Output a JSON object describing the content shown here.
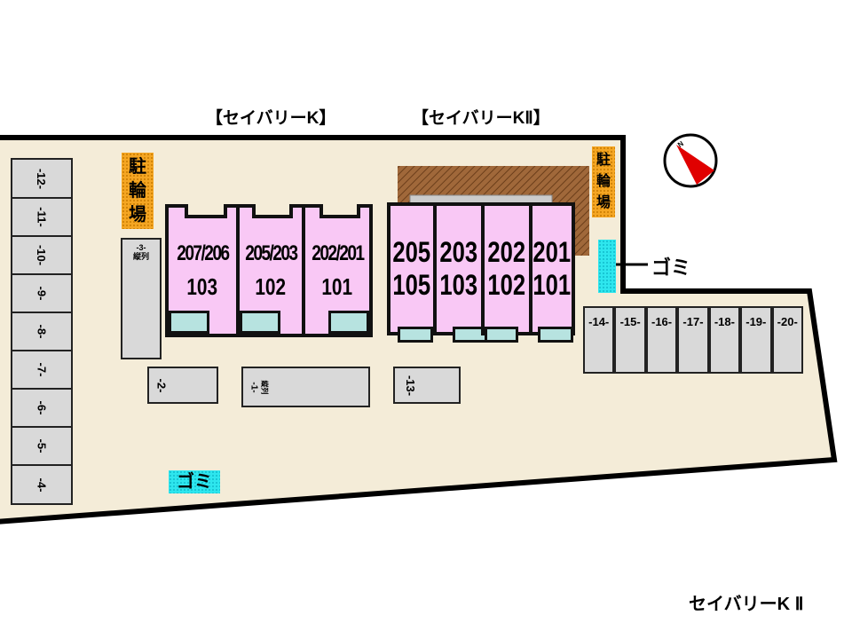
{
  "titles": {
    "building_k": "【セイバリーK】",
    "building_k2": "【セイバリーKⅡ】",
    "footer": "セイバリーK Ⅱ"
  },
  "compass": {
    "label": "N"
  },
  "bike_parking": {
    "label_chars": [
      "駐",
      "輪",
      "場"
    ]
  },
  "trash": {
    "label": "ゴミ"
  },
  "parking": {
    "left_column": [
      "-12-",
      "-11-",
      "-10-",
      "-9-",
      "-8-",
      "-7-",
      "-6-",
      "-5-",
      "-4-"
    ],
    "space3": {
      "num": "-3-",
      "note": "縦列"
    },
    "space2": "-2-",
    "space1": {
      "num": "-1-",
      "note": "縦列"
    },
    "space13": "-13-",
    "right_row": [
      "-14-",
      "-15-",
      "-16-",
      "-17-",
      "-18-",
      "-19-",
      "-20-"
    ]
  },
  "building_k_units": [
    {
      "upper": "207/206",
      "lower": "103"
    },
    {
      "upper": "205/203",
      "lower": "102"
    },
    {
      "upper": "202/201",
      "lower": "101"
    }
  ],
  "building_k2_units": [
    {
      "upper": "205",
      "lower": "105"
    },
    {
      "upper": "203",
      "lower": "103"
    },
    {
      "upper": "202",
      "lower": "102"
    },
    {
      "upper": "201",
      "lower": "101"
    }
  ],
  "colors": {
    "lot": "#f4ecd8",
    "unit": "#f9c8f5",
    "parking": "#d9d9d9",
    "bike": "#f5a623",
    "trash": "#2ee6ee",
    "compass_arrow": "#e00000"
  }
}
